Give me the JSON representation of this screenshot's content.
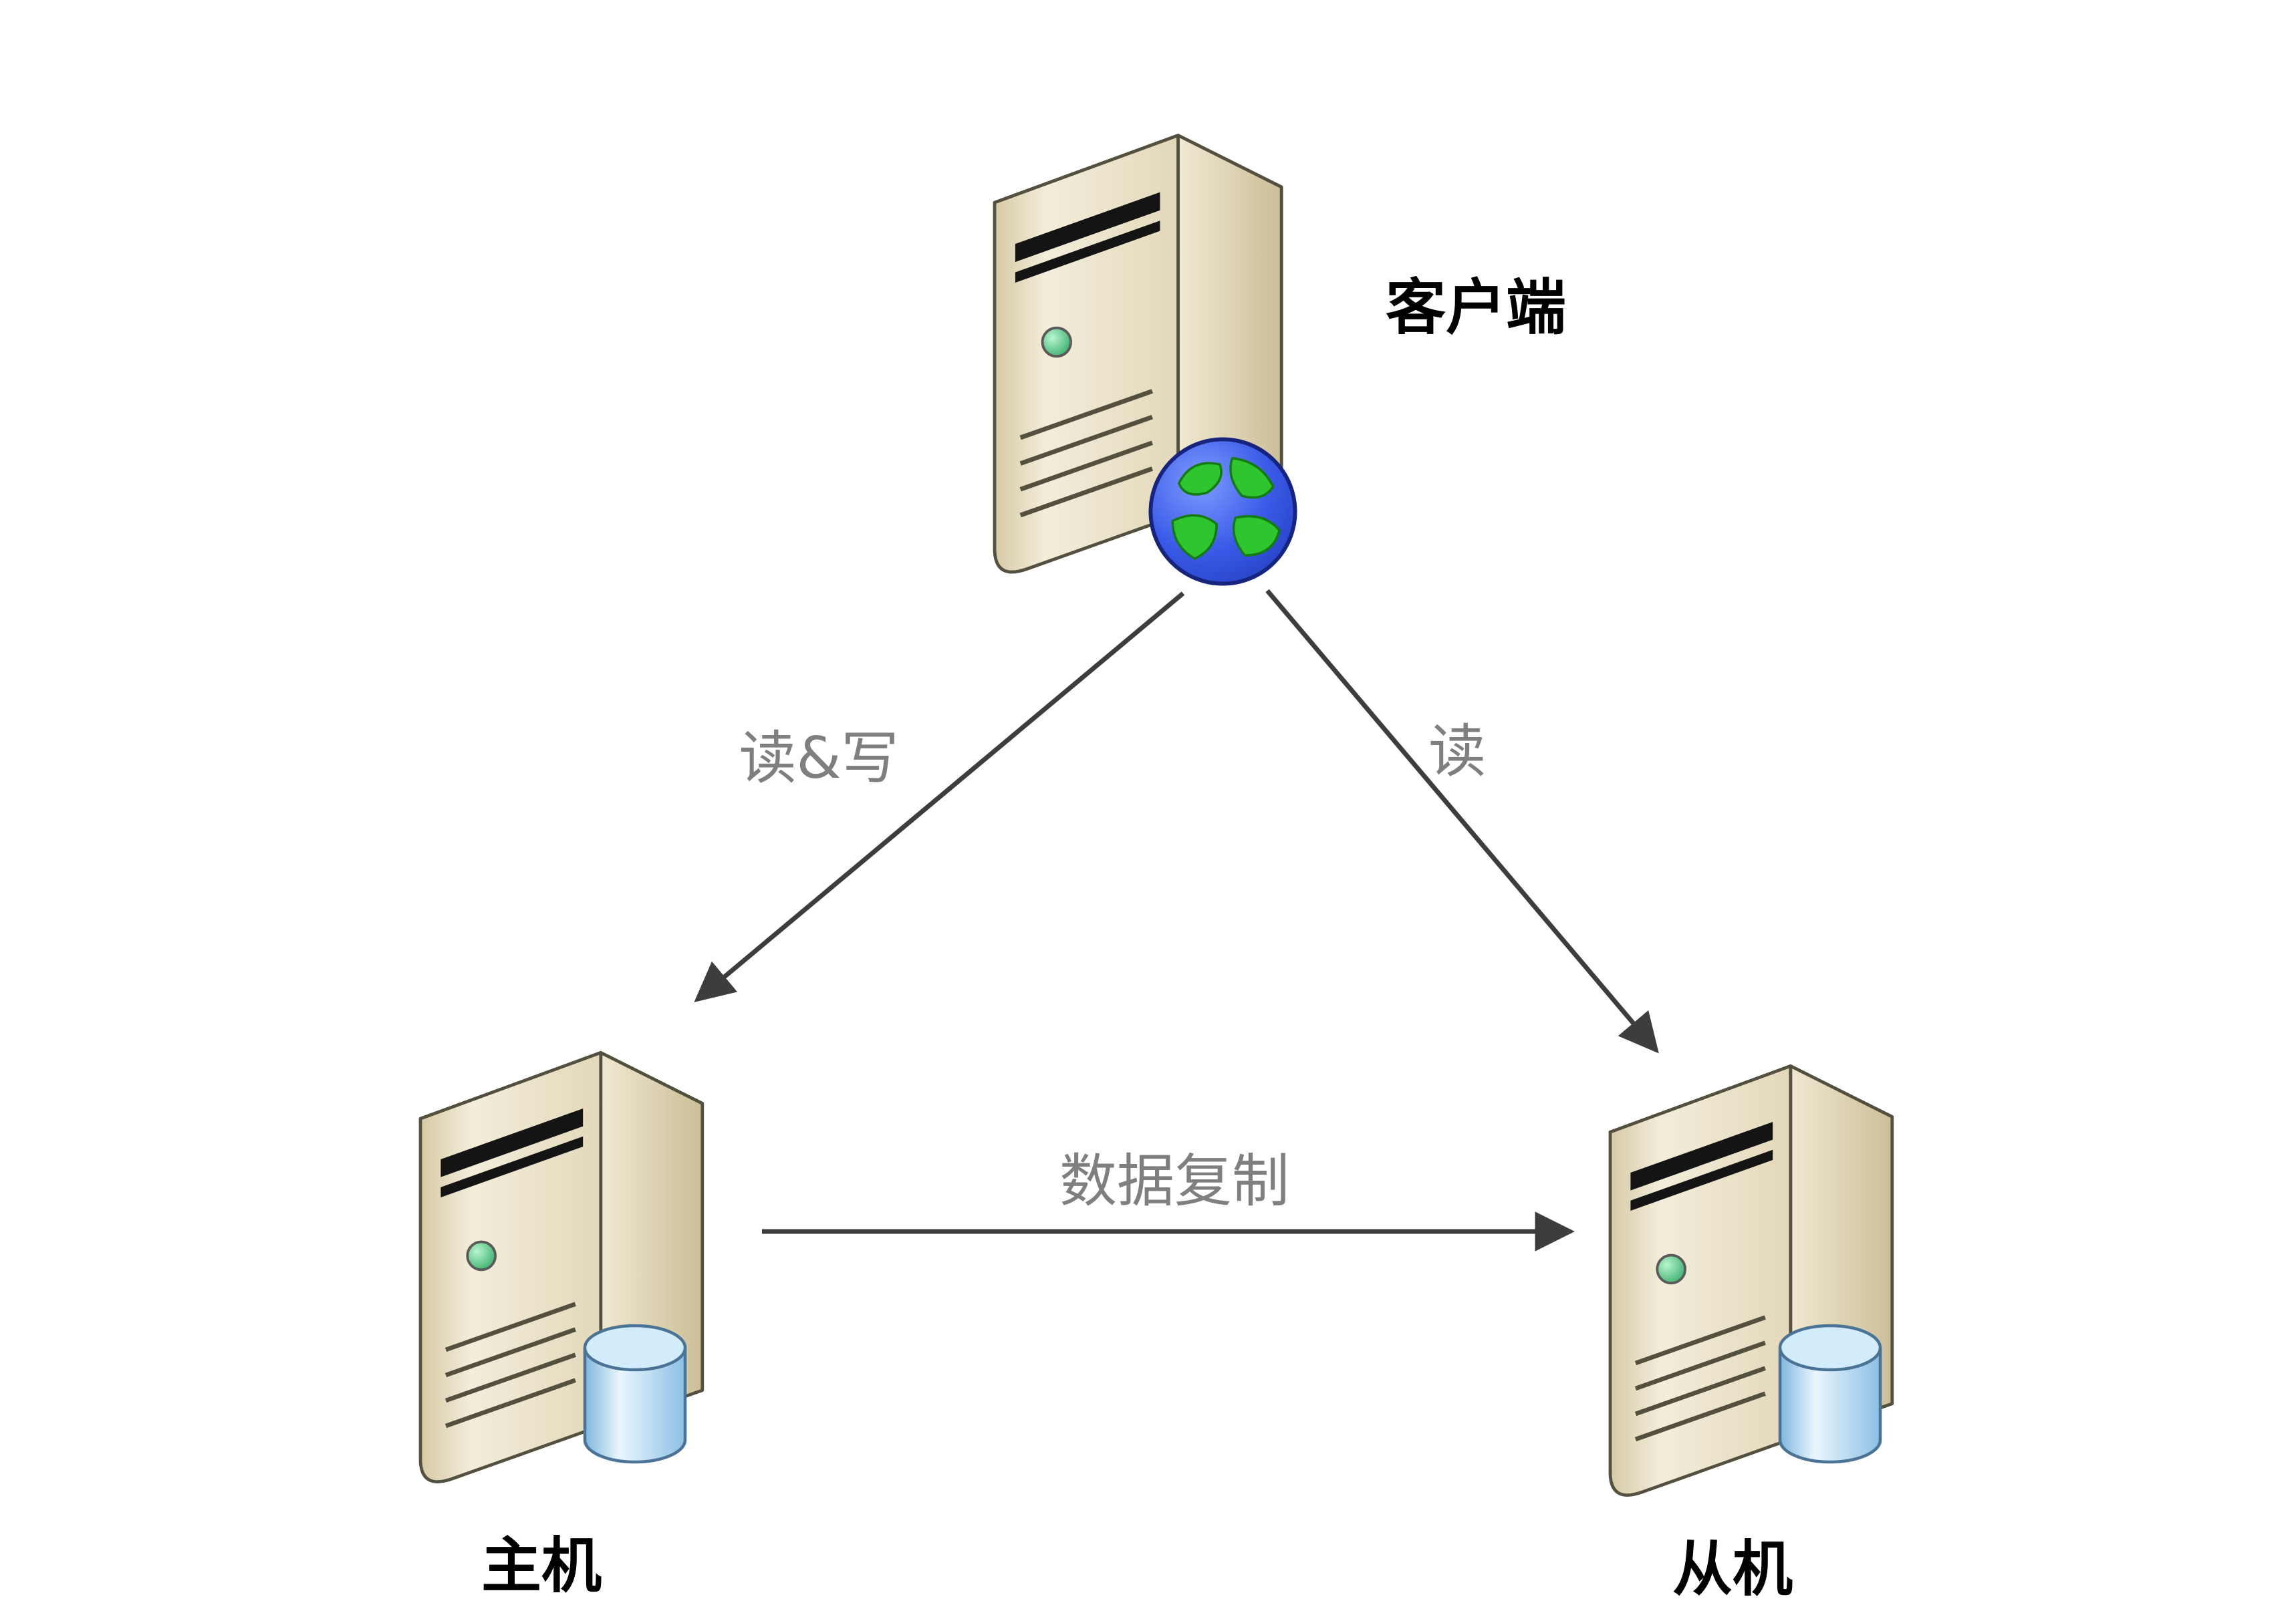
{
  "diagram": {
    "nodes": {
      "client": {
        "label": "客户端",
        "icon": "server-globe-icon"
      },
      "master": {
        "label": "主机",
        "icon": "server-database-icon"
      },
      "slave": {
        "label": "从机",
        "icon": "server-database-icon"
      }
    },
    "edges": {
      "client_to_master": {
        "label": "读&写",
        "from": "client",
        "to": "master",
        "arrowhead": "to"
      },
      "client_to_slave": {
        "label": "读",
        "from": "client",
        "to": "slave",
        "arrowhead": "to"
      },
      "master_to_slave": {
        "label": "数据复制",
        "from": "master",
        "to": "slave",
        "arrowhead": "to"
      }
    },
    "colors": {
      "background": "#ffffff",
      "arrow": "#3d3d3d",
      "edge_label": "#7f7f7f",
      "node_label": "#000000",
      "server_body": "#ece3cb",
      "globe_water": "#3a5ae8",
      "globe_land": "#2ec52e",
      "database_cylinder": "#a9d3f0"
    }
  }
}
